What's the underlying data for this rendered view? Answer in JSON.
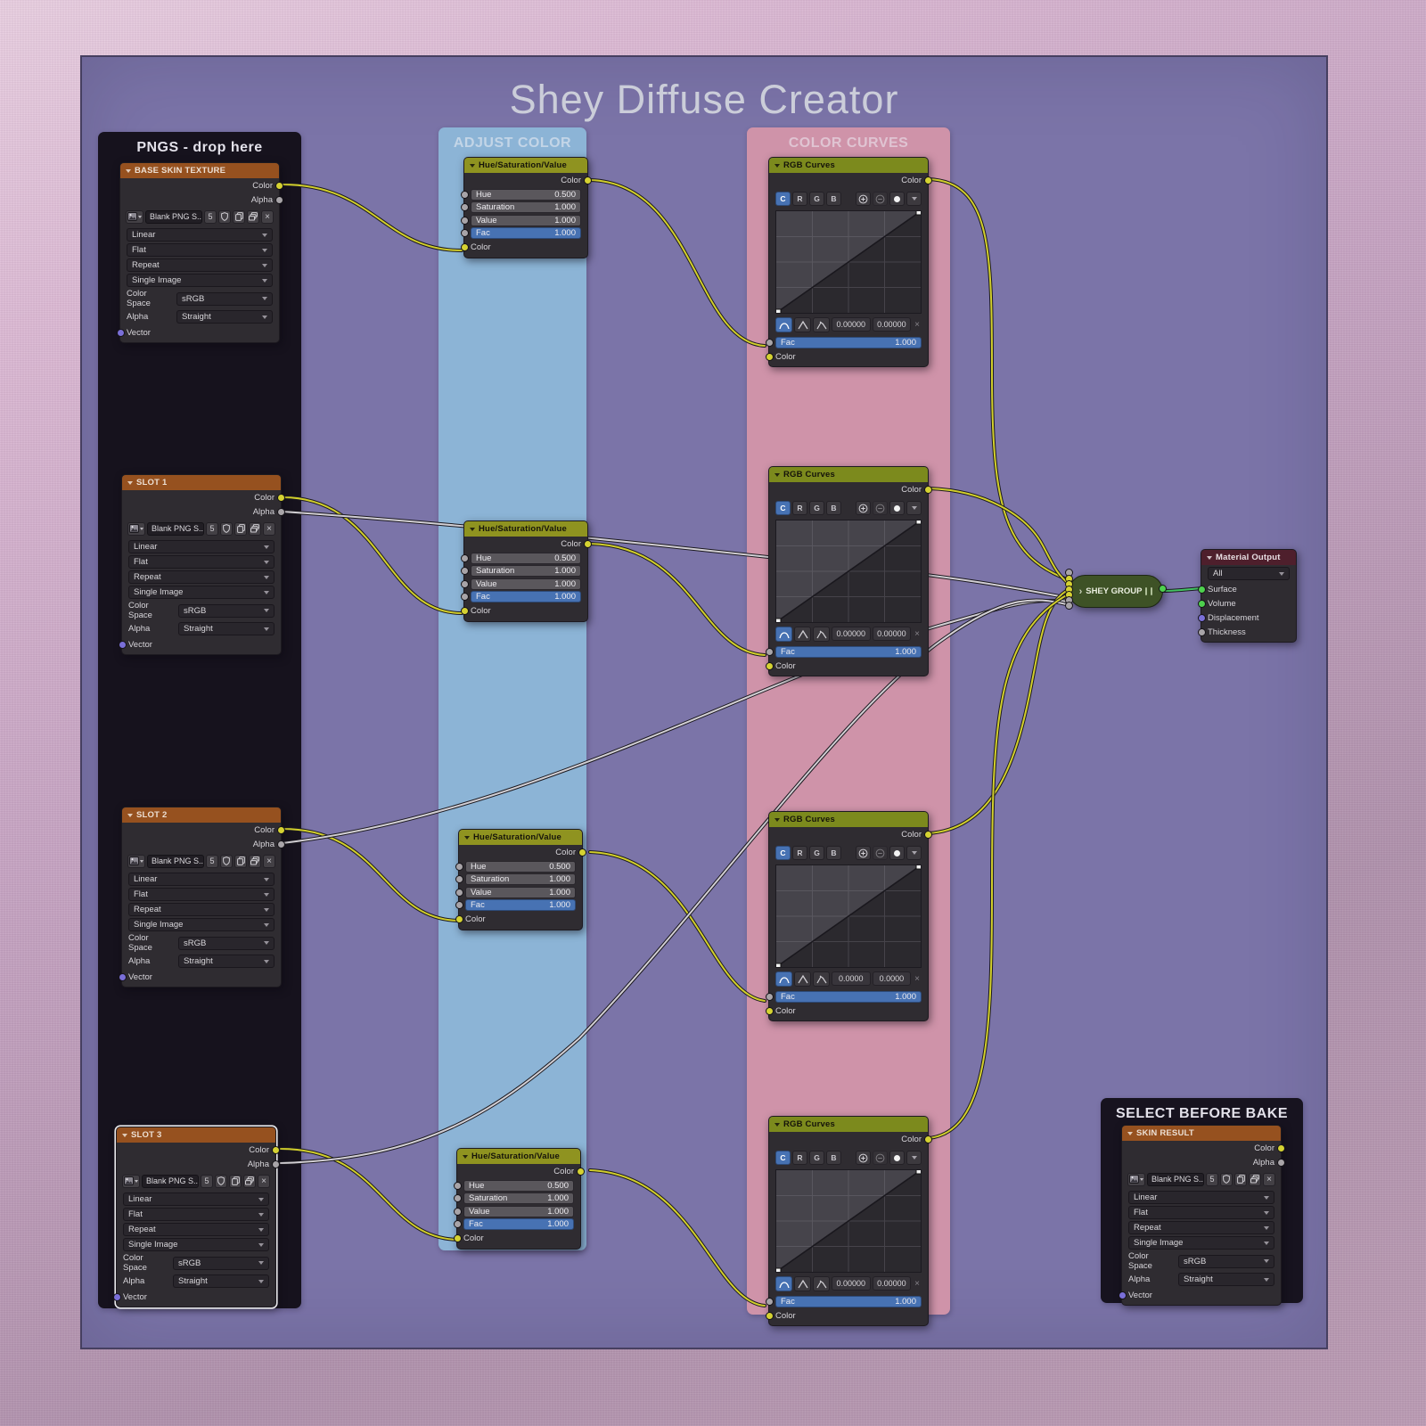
{
  "title": "Shey Diffuse Creator",
  "frames": {
    "pngs": {
      "label": "PNGS - drop here"
    },
    "adjust": {
      "label": "ADJUST COLOR"
    },
    "curves": {
      "label": "COLOR CURVES"
    },
    "select": {
      "label": "SELECT BEFORE BAKE"
    }
  },
  "image_nodes": [
    {
      "title": "BASE SKIN TEXTURE",
      "out_color": "Color",
      "out_alpha": "Alpha",
      "image_name": "Blank PNG S...",
      "users": "5",
      "interp": "Linear",
      "projection": "Flat",
      "extension": "Repeat",
      "source": "Single Image",
      "colorspace_label": "Color Space",
      "colorspace": "sRGB",
      "alpha_label": "Alpha",
      "alpha_mode": "Straight",
      "vector": "Vector"
    },
    {
      "title": "SLOT 1",
      "out_color": "Color",
      "out_alpha": "Alpha",
      "image_name": "Blank PNG S...",
      "users": "5",
      "interp": "Linear",
      "projection": "Flat",
      "extension": "Repeat",
      "source": "Single Image",
      "colorspace_label": "Color Space",
      "colorspace": "sRGB",
      "alpha_label": "Alpha",
      "alpha_mode": "Straight",
      "vector": "Vector"
    },
    {
      "title": "SLOT 2",
      "out_color": "Color",
      "out_alpha": "Alpha",
      "image_name": "Blank PNG S...",
      "users": "5",
      "interp": "Linear",
      "projection": "Flat",
      "extension": "Repeat",
      "source": "Single Image",
      "colorspace_label": "Color Space",
      "colorspace": "sRGB",
      "alpha_label": "Alpha",
      "alpha_mode": "Straight",
      "vector": "Vector"
    },
    {
      "title": "SLOT 3",
      "out_color": "Color",
      "out_alpha": "Alpha",
      "image_name": "Blank PNG S...",
      "users": "5",
      "interp": "Linear",
      "projection": "Flat",
      "extension": "Repeat",
      "source": "Single Image",
      "colorspace_label": "Color Space",
      "colorspace": "sRGB",
      "alpha_label": "Alpha",
      "alpha_mode": "Straight",
      "vector": "Vector"
    },
    {
      "title": "SKIN RESULT",
      "out_color": "Color",
      "out_alpha": "Alpha",
      "image_name": "Blank PNG S...",
      "users": "5",
      "interp": "Linear",
      "projection": "Flat",
      "extension": "Repeat",
      "source": "Single Image",
      "colorspace_label": "Color Space",
      "colorspace": "sRGB",
      "alpha_label": "Alpha",
      "alpha_mode": "Straight",
      "vector": "Vector"
    }
  ],
  "hsv_nodes": [
    {
      "title": "Hue/Saturation/Value",
      "out": "Color",
      "hue_label": "Hue",
      "hue": "0.500",
      "sat_label": "Saturation",
      "sat": "1.000",
      "val_label": "Value",
      "val": "1.000",
      "fac_label": "Fac",
      "fac": "1.000",
      "in": "Color"
    },
    {
      "title": "Hue/Saturation/Value",
      "out": "Color",
      "hue_label": "Hue",
      "hue": "0.500",
      "sat_label": "Saturation",
      "sat": "1.000",
      "val_label": "Value",
      "val": "1.000",
      "fac_label": "Fac",
      "fac": "1.000",
      "in": "Color"
    },
    {
      "title": "Hue/Saturation/Value",
      "out": "Color",
      "hue_label": "Hue",
      "hue": "0.500",
      "sat_label": "Saturation",
      "sat": "1.000",
      "val_label": "Value",
      "val": "1.000",
      "fac_label": "Fac",
      "fac": "1.000",
      "in": "Color"
    },
    {
      "title": "Hue/Saturation/Value",
      "out": "Color",
      "hue_label": "Hue",
      "hue": "0.500",
      "sat_label": "Saturation",
      "sat": "1.000",
      "val_label": "Value",
      "val": "1.000",
      "fac_label": "Fac",
      "fac": "1.000",
      "in": "Color"
    }
  ],
  "curve_nodes": [
    {
      "title": "RGB Curves",
      "out": "Color",
      "ch_c": "C",
      "ch_r": "R",
      "ch_g": "G",
      "ch_b": "B",
      "x": "0.00000",
      "y": "0.00000",
      "fac_label": "Fac",
      "fac": "1.000",
      "in": "Color"
    },
    {
      "title": "RGB Curves",
      "out": "Color",
      "ch_c": "C",
      "ch_r": "R",
      "ch_g": "G",
      "ch_b": "B",
      "x": "0.00000",
      "y": "0.00000",
      "fac_label": "Fac",
      "fac": "1.000",
      "in": "Color"
    },
    {
      "title": "RGB Curves",
      "out": "Color",
      "ch_c": "C",
      "ch_r": "R",
      "ch_g": "G",
      "ch_b": "B",
      "x": "0.0000",
      "y": "0.0000",
      "fac_label": "Fac",
      "fac": "1.000",
      "in": "Color"
    },
    {
      "title": "RGB Curves",
      "out": "Color",
      "ch_c": "C",
      "ch_r": "R",
      "ch_g": "G",
      "ch_b": "B",
      "x": "0.00000",
      "y": "0.00000",
      "fac_label": "Fac",
      "fac": "1.000",
      "in": "Color"
    }
  ],
  "group_node": {
    "label": "SHEY GROUP"
  },
  "material_output": {
    "title": "Material Output",
    "target": "All",
    "surface": "Surface",
    "volume": "Volume",
    "displacement": "Displacement",
    "thickness": "Thickness"
  },
  "colors": {
    "canvas": "#7b74a8",
    "frame_pngs": "#16121d",
    "frame_adjust": "#8cb4d6",
    "frame_curves": "#cf93a9",
    "frame_select": "#17131f",
    "header_texture": "#96511f",
    "header_hsv": "#8f9320",
    "header_curves": "#7c8a1d",
    "header_output": "#4e1f2c",
    "group_green": "#3e5226",
    "wire_color": "#d2cf2c",
    "wire_alpha": "#d2cfd4",
    "wire_shader": "#43c463",
    "slider_fac_blue": "#4772b3",
    "socket_color": "#d5d232",
    "socket_vector": "#7a6fd8"
  }
}
